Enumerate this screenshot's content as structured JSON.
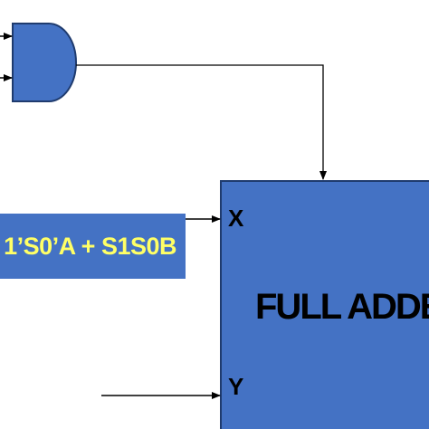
{
  "diagram": {
    "expression_label": "1’S0’A + S1S0B",
    "block": {
      "title": "FULL ADDE",
      "input_x": "X",
      "input_y": "Y"
    },
    "colors": {
      "block_fill": "#4472c4",
      "gate_fill": "#4472c4",
      "label_fill": "#4472c4",
      "label_text": "#ffff66",
      "stroke": "#1f3b6e",
      "wire": "#000000"
    }
  }
}
